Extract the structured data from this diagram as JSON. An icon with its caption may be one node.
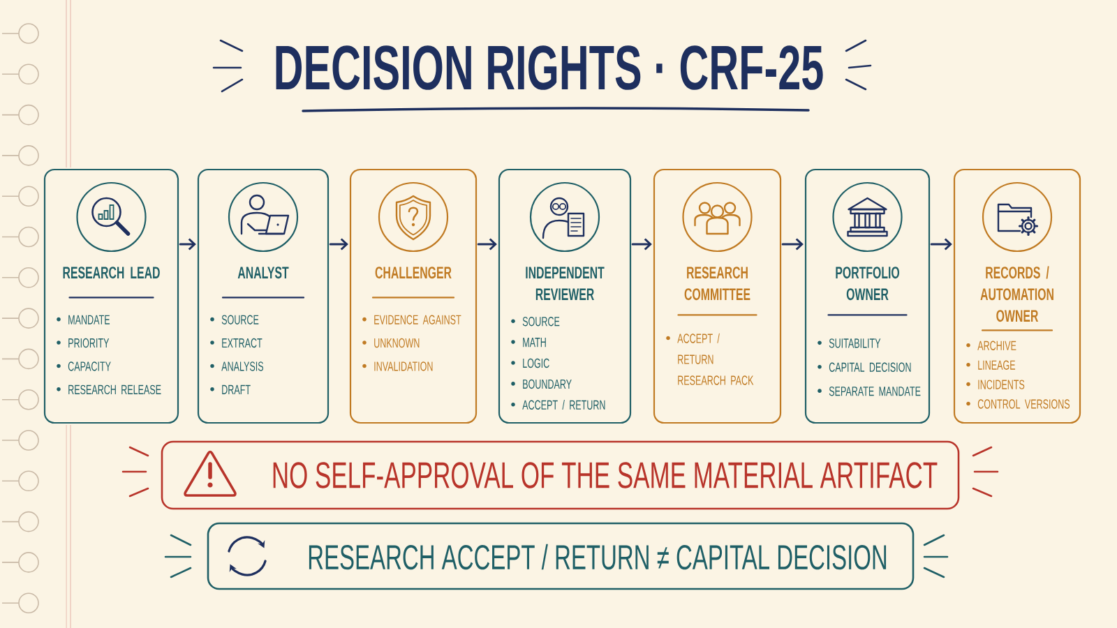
{
  "diagram": {
    "title": "DECISION RIGHTS · CRF-25",
    "nodes": [
      {
        "text": [
          "RESEARCH LEAD",
          "MANDATE",
          "PRIORITY",
          "CAPACITY",
          "RESEARCH RELEASE"
        ]
      },
      {
        "text": [
          "ANALYST",
          "SOURCE",
          "EXTRACT",
          "ANALYSIS",
          "DRAFT"
        ]
      },
      {
        "text": [
          "CHALLENGER",
          "EVIDENCE AGAINST",
          "UNKNOWN",
          "INVALIDATION"
        ]
      },
      {
        "text": [
          "INDEPENDENT REVIEWER",
          "SOURCE",
          "MATH",
          "LOGIC",
          "BOUNDARY",
          "ACCEPT / RETURN"
        ]
      },
      {
        "text": [
          "RESEARCH COMMITTEE",
          "ACCEPT / RETURN RESEARCH PACK"
        ]
      },
      {
        "text": [
          "PORTFOLIO OWNER",
          "SUITABILITY",
          "CAPITAL DECISION",
          "SEPARATE MANDATE"
        ]
      },
      {
        "text": [
          "RECORDS / AUTOMATION OWNER",
          "ARCHIVE",
          "LINEAGE",
          "INCIDENTS",
          "CONTROL VERSIONS"
        ]
      },
      {
        "text": [
          "NO SELF-APPROVAL OF THE SAME MATERIAL ARTIFACT"
        ]
      },
      {
        "text": [
          "RESEARCH ACCEPT / RETURN ≠ CAPITAL DECISION"
        ]
      }
    ],
    "edges": [
      {
        "from": 0,
        "to": 1,
        "arrow": "to"
      },
      {
        "from": 1,
        "to": 2,
        "arrow": "to"
      },
      {
        "from": 2,
        "to": 3,
        "arrow": "to"
      },
      {
        "from": 3,
        "to": 4,
        "arrow": "to"
      },
      {
        "from": 4,
        "to": 5,
        "arrow": "to"
      },
      {
        "from": 5,
        "to": 6,
        "arrow": "to"
      }
    ]
  }
}
